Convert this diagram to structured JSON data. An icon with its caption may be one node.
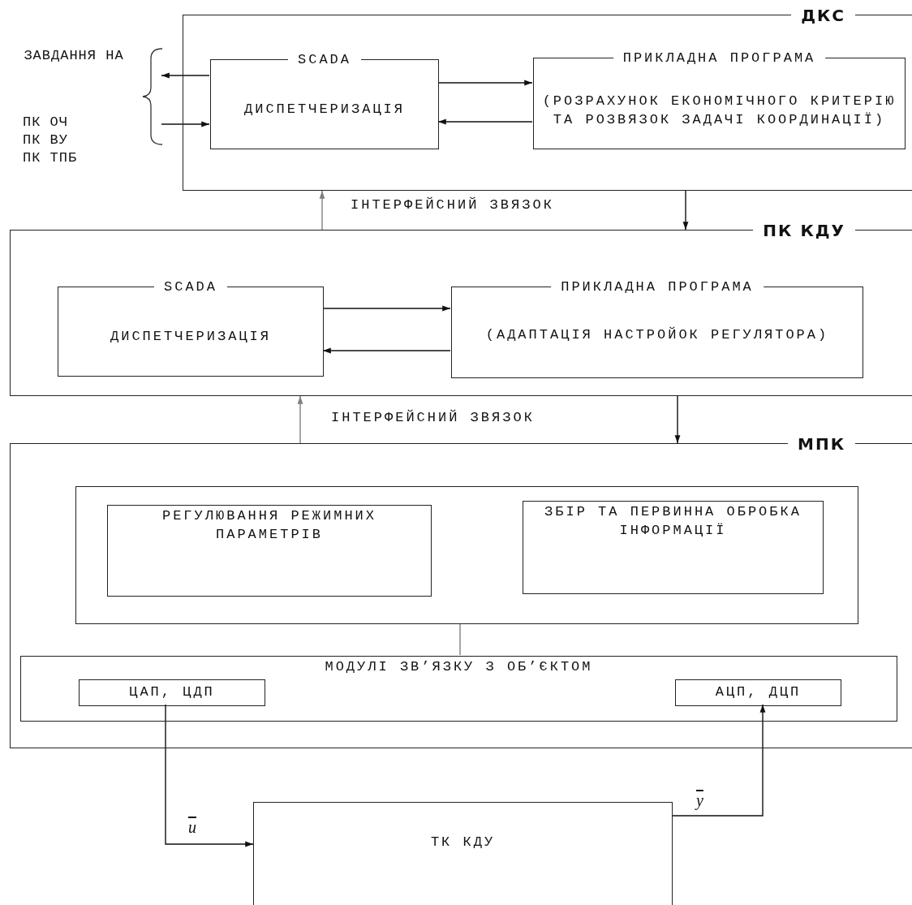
{
  "diagram": {
    "nodes": [
      {
        "text": [
          "ДКС"
        ]
      },
      {
        "text": [
          "SCADA",
          "ДИСПЕТЧЕРИЗАЦІЯ"
        ],
        "in": 0
      },
      {
        "text": [
          "ПРИКЛАДНА ПРОГРАМА",
          "(РОЗРАХУНОК ЕКОНОМІЧНОГО КРИТЕРІЮ ТА РОЗВЯЗОК ЗАДАЧІ КООРДИНАЦІЇ)"
        ],
        "in": 0
      },
      {
        "text": [
          "ЗАВДАННЯ НА",
          "ПК ОЧ ПК ВУ ПК ТПБ"
        ]
      },
      {
        "text": [
          "ПК КДУ"
        ]
      },
      {
        "text": [
          "SCADA",
          "ДИСПЕТЧЕРИЗАЦІЯ"
        ],
        "in": 4
      },
      {
        "text": [
          "ПРИКЛАДНА ПРОГРАМА",
          "(АДАПТАЦІЯ НАСТРОЙОК РЕГУЛЯТОРА)"
        ],
        "in": 4
      },
      {
        "text": [
          "МПК"
        ]
      },
      {
        "text": [],
        "shape": "box",
        "in": 7
      },
      {
        "text": [
          "РЕГУЛЮВАННЯ РЕЖИМНИХ ПАРАМЕТРІВ"
        ],
        "in": 8
      },
      {
        "text": [
          "ЗБІР ТА ПЕРВИННА ОБРОБКА ІНФОРМАЦІЇ"
        ],
        "in": 8
      },
      {
        "text": [
          "МОДУЛІ ЗВ’ЯЗКУ З ОБ’ЄКТОМ"
        ],
        "in": 7
      },
      {
        "text": [
          "ЦАП, ЦДП"
        ],
        "in": 11
      },
      {
        "text": [
          "АЦП, ДЦП"
        ],
        "in": 11
      },
      {
        "text": [
          "ТК КДУ"
        ]
      }
    ],
    "edges": [
      {
        "from": 1,
        "to": 3,
        "arrow": "to"
      },
      {
        "from": 3,
        "to": 1,
        "arrow": "to"
      },
      {
        "from": 1,
        "to": 2,
        "arrow": "to"
      },
      {
        "from": 2,
        "to": 1,
        "arrow": "to"
      },
      {
        "from": 4,
        "to": 0,
        "arrow": "to",
        "color": "#808080"
      },
      {
        "from": 0,
        "to": 4,
        "arrow": "to"
      },
      {
        "from": 5,
        "to": 6,
        "arrow": "to"
      },
      {
        "from": 6,
        "to": 5,
        "arrow": "to"
      },
      {
        "from": 7,
        "to": 4,
        "arrow": "to",
        "color": "#808080"
      },
      {
        "from": 4,
        "to": 7,
        "arrow": "to"
      },
      {
        "from": 8,
        "to": 11,
        "arrow": "none",
        "color": "#808080"
      },
      {
        "from": 12,
        "to": 14,
        "arrow": "to",
        "label": "u"
      },
      {
        "from": 14,
        "to": 13,
        "arrow": "to",
        "label": "y"
      }
    ],
    "labels": [
      "ІНТЕРФЕЙСНИЙ ЗВЯЗОК",
      "ІНТЕРФЕЙСНИЙ ЗВЯЗОК"
    ]
  }
}
